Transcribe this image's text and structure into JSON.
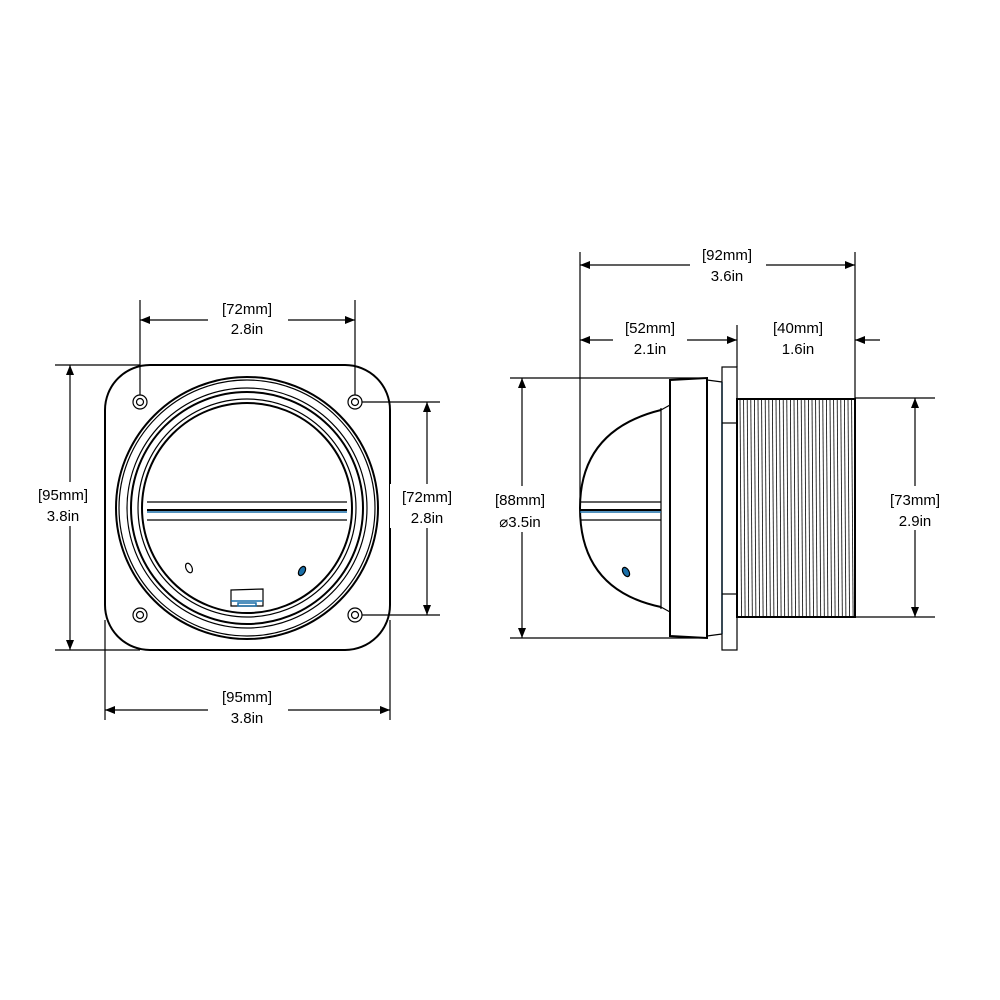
{
  "colors": {
    "line": "#000000",
    "accent": "#1a6fa8",
    "background": "#ffffff"
  },
  "front_view": {
    "top_width": {
      "mm": "[72mm]",
      "in": "2.8in"
    },
    "left_height": {
      "mm": "[95mm]",
      "in": "3.8in"
    },
    "right_height": {
      "mm": "[72mm]",
      "in": "2.8in"
    },
    "bottom_width": {
      "mm": "[95mm]",
      "in": "3.8in"
    }
  },
  "side_view": {
    "overall_depth": {
      "mm": "[92mm]",
      "in": "3.6in"
    },
    "front_depth": {
      "mm": "[52mm]",
      "in": "2.1in"
    },
    "rear_depth": {
      "mm": "[40mm]",
      "in": "1.6in"
    },
    "diameter": {
      "mm": "[88mm]",
      "in": "⌀3.5in"
    },
    "thread_diameter": {
      "mm": "[73mm]",
      "in": "2.9in"
    }
  }
}
